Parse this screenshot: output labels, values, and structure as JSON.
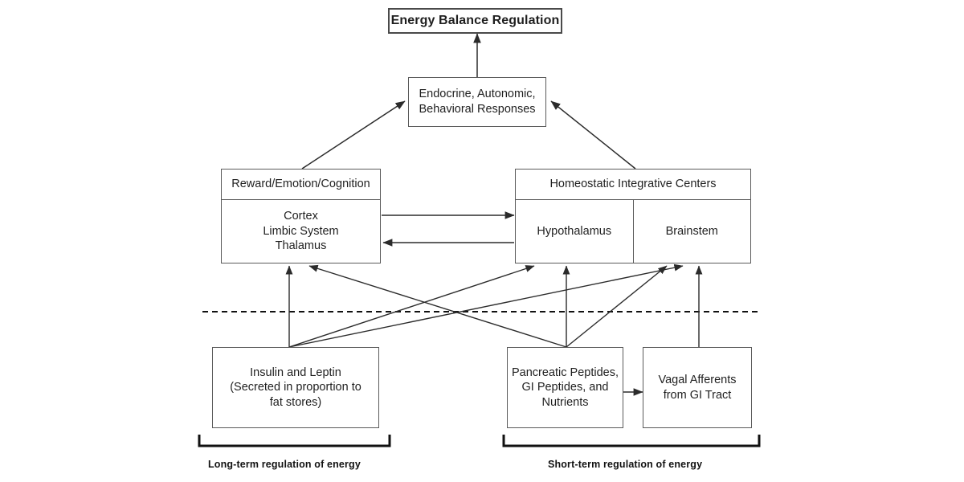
{
  "diagram": {
    "title_box": {
      "label": "Energy Balance Regulation"
    },
    "responses_box": {
      "line1": "Endocrine, Autonomic,",
      "line2": "Behavioral Responses"
    },
    "reward_box": {
      "header": "Reward/Emotion/Cognition",
      "line1": "Cortex",
      "line2": "Limbic System",
      "line3": "Thalamus"
    },
    "homeostatic_box": {
      "header": "Homeostatic Integrative Centers",
      "left": "Hypothalamus",
      "right": "Brainstem"
    },
    "insulin_box": {
      "line1": "Insulin and Leptin",
      "line2": "(Secreted in proportion to",
      "line3": "fat stores)"
    },
    "peptides_box": {
      "line1": "Pancreatic Peptides,",
      "line2": "GI Peptides, and",
      "line3": "Nutrients"
    },
    "vagal_box": {
      "line1": "Vagal Afferents",
      "line2": "from GI Tract"
    },
    "brackets": {
      "long_term_label": "Long-term regulation of energy",
      "short_term_label": "Short-term regulation of energy"
    },
    "colors": {
      "stroke": "#5a5a5a",
      "arrow": "#2b2b2b",
      "text": "#1f1f1f",
      "background": "#ffffff",
      "divider_dashed": "#111111"
    }
  }
}
